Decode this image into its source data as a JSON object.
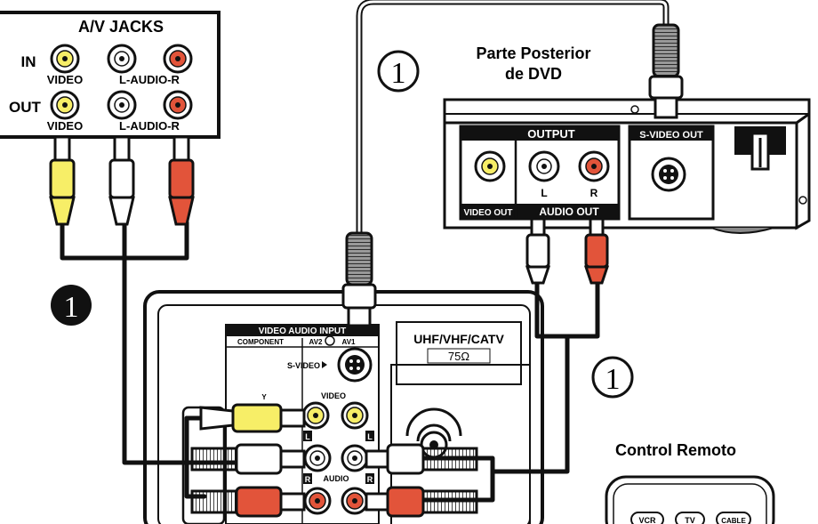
{
  "av_panel": {
    "title": "A/V JACKS",
    "in_label": "IN",
    "out_label": "OUT",
    "video_label": "VIDEO",
    "audio_label": "L-AUDIO-R"
  },
  "dvd": {
    "title_line1": "Parte Posterior",
    "title_line2": "de DVD",
    "output_label": "OUTPUT",
    "svideo_out_label": "S-VIDEO OUT",
    "video_out_label": "VIDEO OUT",
    "audio_out_label": "AUDIO OUT",
    "left_label": "L",
    "right_label": "R"
  },
  "tv": {
    "input_title": "VIDEO AUDIO INPUT",
    "component_label": "COMPONENT",
    "av2_label": "AV2",
    "av1_label": "AV1",
    "svideo_label": "S-VIDEO",
    "video_label": "VIDEO",
    "audio_label": "AUDIO",
    "y_label": "Y",
    "l_label": "L",
    "r_label": "R",
    "antenna_line1": "UHF/VHF/CATV",
    "antenna_line2": "75Ω"
  },
  "steps": {
    "step1_outline": "1",
    "step1_outline_b": "1",
    "step1_filled": "1"
  },
  "remote": {
    "title": "Control Remoto",
    "btn_vcr": "VCR",
    "btn_tv": "TV",
    "btn_cable": "CABLE"
  },
  "colors": {
    "yellow": "#f7ee67",
    "red": "#e2543a",
    "white": "#ffffff",
    "black": "#111111",
    "panel_gray": "#f2f2f2"
  }
}
